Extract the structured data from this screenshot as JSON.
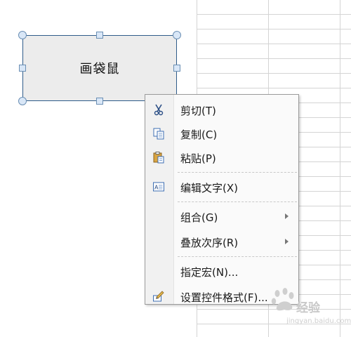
{
  "shape": {
    "label": "画袋鼠"
  },
  "context_menu": {
    "items": [
      {
        "label": "剪切(T)",
        "icon": "scissors-icon"
      },
      {
        "label": "复制(C)",
        "icon": "copy-icon"
      },
      {
        "label": "粘贴(P)",
        "icon": "paste-icon"
      },
      {
        "label": "编辑文字(X)",
        "icon": "edit-text-icon"
      },
      {
        "label": "组合(G)",
        "submenu": true
      },
      {
        "label": "叠放次序(R)",
        "submenu": true
      },
      {
        "label": "指定宏(N)..."
      },
      {
        "label": "设置控件格式(F)...",
        "icon": "format-control-icon"
      }
    ]
  },
  "watermark": {
    "text": "经验",
    "url": "jingyan.baidu.com"
  }
}
